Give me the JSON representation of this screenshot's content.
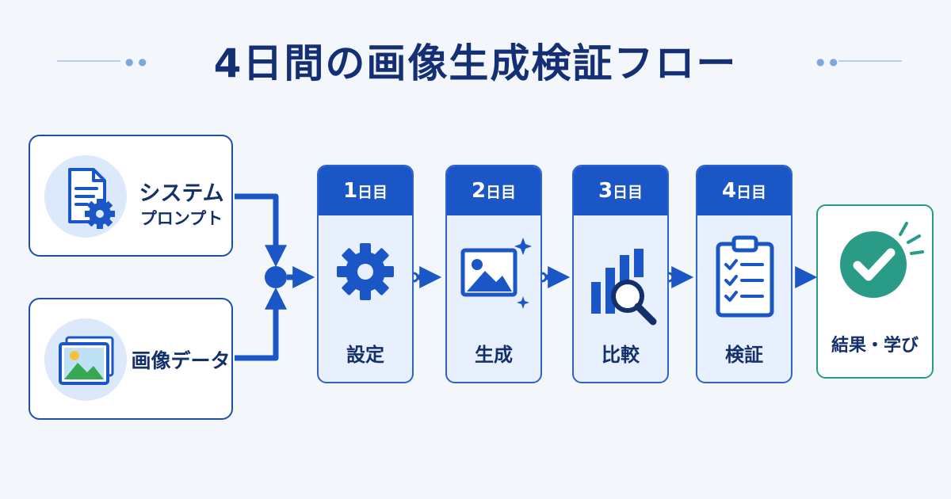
{
  "title": "4日間の画像生成検証フロー",
  "inputs": [
    {
      "lines": [
        "システム",
        "プロンプト"
      ],
      "icon": "document-gear-icon"
    },
    {
      "lines": [
        "画像データ"
      ],
      "icon": "image-stack-icon"
    }
  ],
  "days": [
    {
      "num": "1",
      "unit": "日目",
      "label": "設定",
      "icon": "gear-icon"
    },
    {
      "num": "2",
      "unit": "日目",
      "label": "生成",
      "icon": "image-sparkle-icon"
    },
    {
      "num": "3",
      "unit": "日目",
      "label": "比較",
      "icon": "bar-chart-magnifier-icon"
    },
    {
      "num": "4",
      "unit": "日目",
      "label": "検証",
      "icon": "clipboard-checklist-icon"
    }
  ],
  "result": {
    "label": "結果・学び",
    "icon": "check-circle-icon"
  },
  "colors": {
    "title": "#142f73",
    "accent": "#1a56c6",
    "card_border": "#2f63c9",
    "card_bg": "#e7f0fc",
    "success": "#2a9b86",
    "background": "#f3f7fc"
  }
}
